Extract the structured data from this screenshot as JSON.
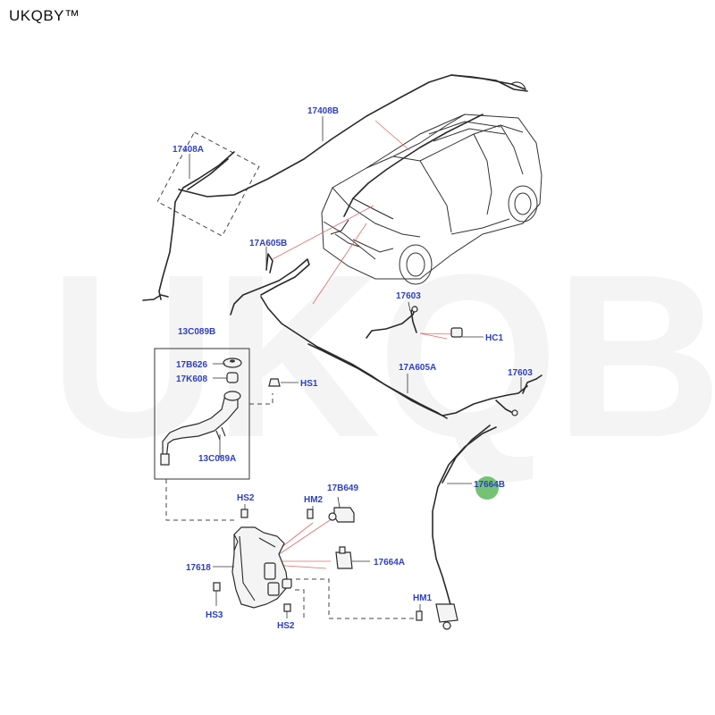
{
  "brand": "UKQBY™",
  "watermark": "UKQBY™",
  "labels": {
    "p17408B": "17408B",
    "p17408A": "17408A",
    "p17A605B": "17A605B",
    "p13C089B": "13C089B",
    "p17B626": "17B626",
    "p17K608": "17K608",
    "p13C089A": "13C089A",
    "pHS1": "HS1",
    "p17603_top": "17603",
    "pHC1": "HC1",
    "p17A605A": "17A605A",
    "p17603_right": "17603",
    "p17664B": "17664B",
    "pHS2_top": "HS2",
    "pHM2": "HM2",
    "p17B649": "17B649",
    "p17618": "17618",
    "p17664A": "17664A",
    "pHS3": "HS3",
    "pHS2_bottom": "HS2",
    "pHM1": "HM1"
  },
  "colors": {
    "label": "#2f3fbe",
    "highlight_marker": "#5bb85b",
    "callout_line": "#e06a6a"
  }
}
